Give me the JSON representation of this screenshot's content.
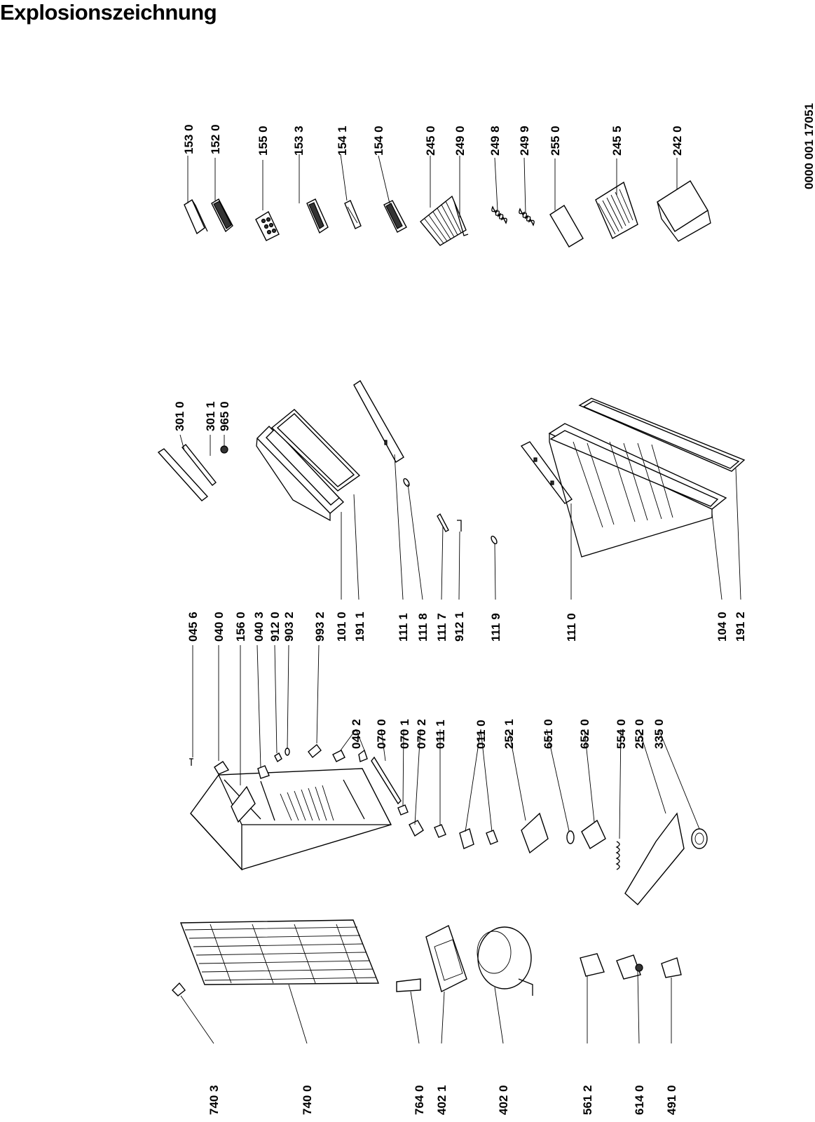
{
  "title": "Explosionszeichnung",
  "doc_number": "0000 001 17051",
  "part_labels": [
    "153 0",
    "152 0",
    "155 0",
    "153 3",
    "154 1",
    "154 0",
    "245 0",
    "249 0",
    "249 8",
    "249 9",
    "255 0",
    "245 5",
    "242 0",
    "301 0",
    "301 1",
    "965 0",
    "045 6",
    "040 0",
    "156 0",
    "040 3",
    "912 0",
    "903 2",
    "993 2",
    "101 0",
    "191 1",
    "111 1",
    "111 8",
    "111 7",
    "912 1",
    "111 9",
    "111 0",
    "104 0",
    "191 2",
    "040 2",
    "070 0",
    "070 1",
    "070 2",
    "011 1",
    "011 0",
    "252 1",
    "651 0",
    "652 0",
    "554 0",
    "252 0",
    "335 0",
    "740 3",
    "740 0",
    "764 0",
    "402 1",
    "402 0",
    "561 2",
    "614 0",
    "491 0"
  ]
}
